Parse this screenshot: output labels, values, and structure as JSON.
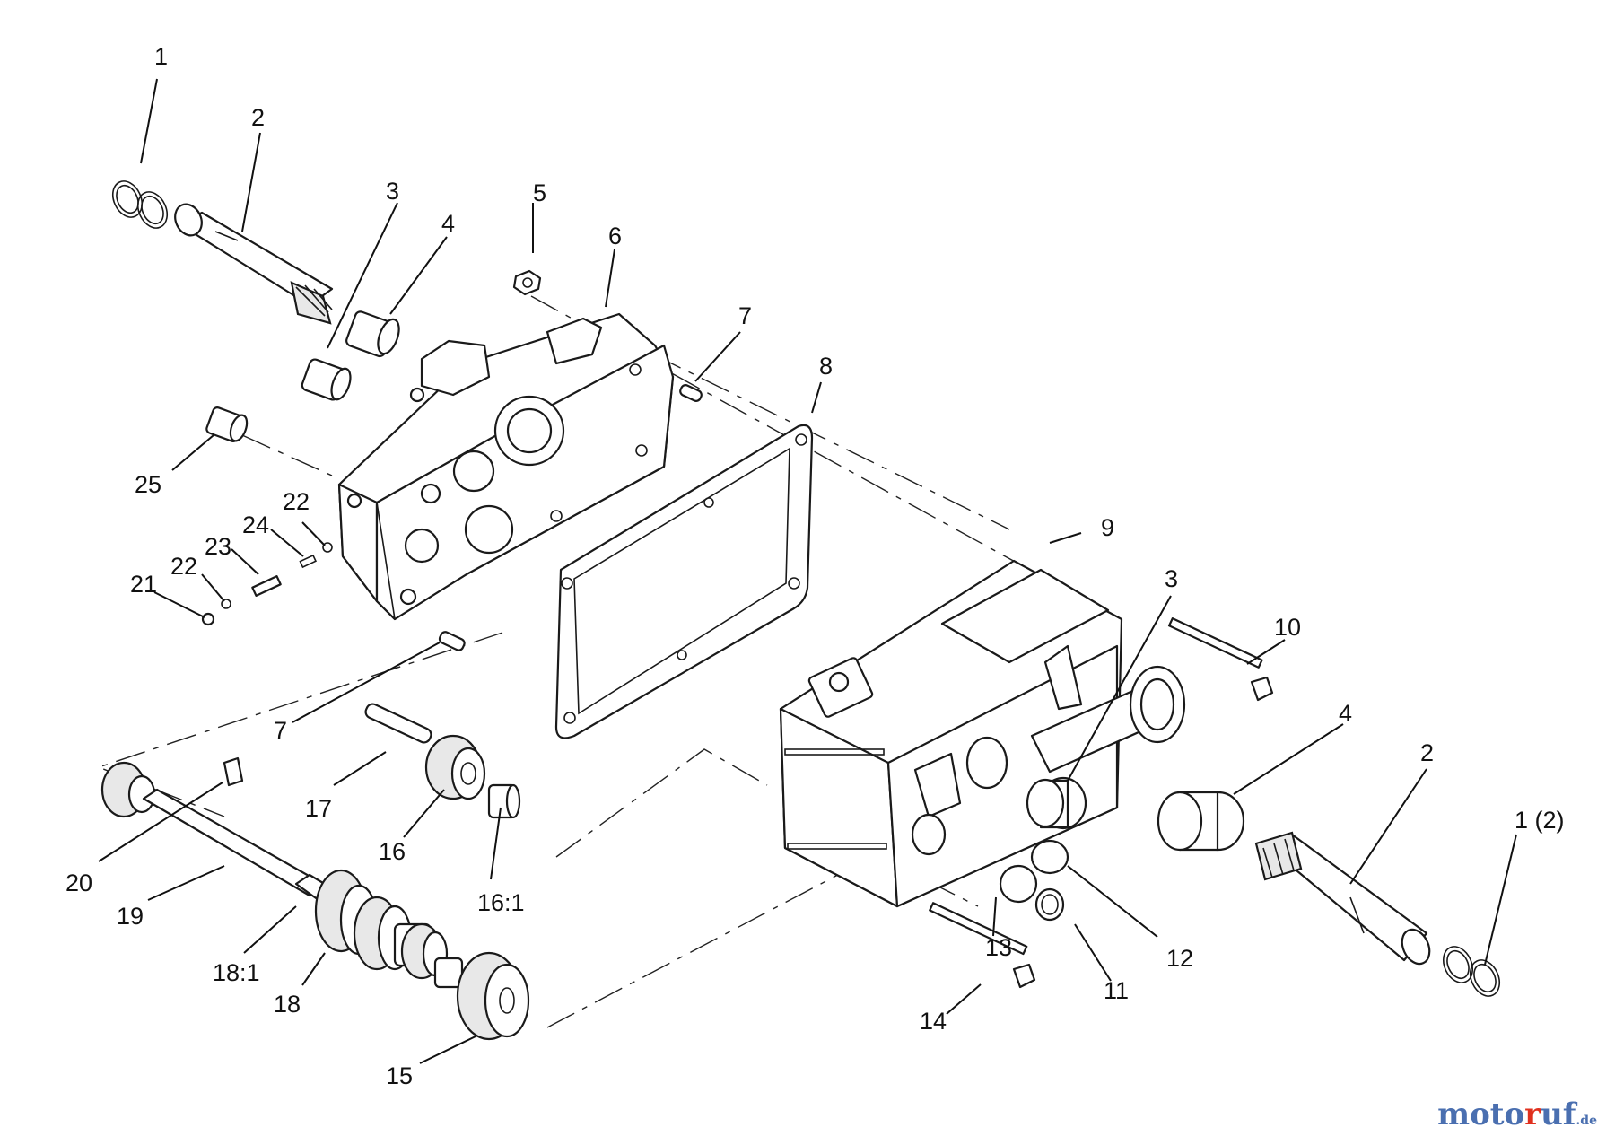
{
  "labels": {
    "l1a": "1",
    "l2a": "2",
    "l3a": "3",
    "l4a": "4",
    "l5": "5",
    "l6": "6",
    "l7a": "7",
    "l8": "8",
    "l9": "9",
    "l3b": "3",
    "l10": "10",
    "l4b": "4",
    "l2b": "2",
    "l1b": "1 (2)",
    "l25": "25",
    "l22a": "22",
    "l24": "24",
    "l23": "23",
    "l22b": "22",
    "l21": "21",
    "l7b": "7",
    "l17": "17",
    "l16": "16",
    "l161": "16:1",
    "l20": "20",
    "l19": "19",
    "l181": "18:1",
    "l18": "18",
    "l15": "15",
    "l13": "13",
    "l12": "12",
    "l11": "11",
    "l14": "14"
  },
  "watermark": {
    "brand": "moto",
    "brand_accent": "r",
    "brand_end": "uf",
    "tld": ".de"
  },
  "colors": {
    "brand_blue": "#4a6fb0",
    "brand_red": "#e0301e"
  }
}
